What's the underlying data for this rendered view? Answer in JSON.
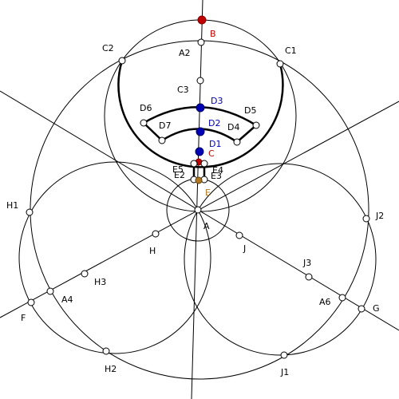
{
  "colors": {
    "line": "#000000",
    "point_fill": "#ffffff",
    "blue": "#0000b4",
    "red": "#c00000",
    "brown": "#b07820"
  },
  "points": [
    {
      "id": "B",
      "label": "B",
      "kind": "red"
    },
    {
      "id": "A2",
      "label": "A2",
      "kind": "free"
    },
    {
      "id": "C2",
      "label": "C2",
      "kind": "free"
    },
    {
      "id": "C1",
      "label": "C1",
      "kind": "free"
    },
    {
      "id": "C3",
      "label": "C3",
      "kind": "free"
    },
    {
      "id": "D3",
      "label": "D3",
      "kind": "blue"
    },
    {
      "id": "D6",
      "label": "D6",
      "kind": "free"
    },
    {
      "id": "D5",
      "label": "D5",
      "kind": "free"
    },
    {
      "id": "D2",
      "label": "D2",
      "kind": "blue"
    },
    {
      "id": "D7",
      "label": "D7",
      "kind": "free"
    },
    {
      "id": "D4",
      "label": "D4",
      "kind": "free"
    },
    {
      "id": "D1",
      "label": "D1",
      "kind": "blue"
    },
    {
      "id": "C",
      "label": "C",
      "kind": "red"
    },
    {
      "id": "E5",
      "label": "E5",
      "kind": "free"
    },
    {
      "id": "E4",
      "label": "E4",
      "kind": "free"
    },
    {
      "id": "E2",
      "label": "E2",
      "kind": "free"
    },
    {
      "id": "E3",
      "label": "E3",
      "kind": "free"
    },
    {
      "id": "E",
      "label": "E",
      "kind": "brown"
    },
    {
      "id": "A",
      "label": "A",
      "kind": "free"
    },
    {
      "id": "H1",
      "label": "H1",
      "kind": "free"
    },
    {
      "id": "H",
      "label": "H",
      "kind": "free"
    },
    {
      "id": "H3",
      "label": "H3",
      "kind": "free"
    },
    {
      "id": "A4",
      "label": "A4",
      "kind": "free"
    },
    {
      "id": "F",
      "label": "F",
      "kind": "free"
    },
    {
      "id": "H2",
      "label": "H2",
      "kind": "free"
    },
    {
      "id": "J",
      "label": "J",
      "kind": "free"
    },
    {
      "id": "J2",
      "label": "J2",
      "kind": "free"
    },
    {
      "id": "J3",
      "label": "J3",
      "kind": "free"
    },
    {
      "id": "A6",
      "label": "A6",
      "kind": "free"
    },
    {
      "id": "G",
      "label": "G",
      "kind": "free"
    },
    {
      "id": "J1",
      "label": "J1",
      "kind": "free"
    }
  ]
}
